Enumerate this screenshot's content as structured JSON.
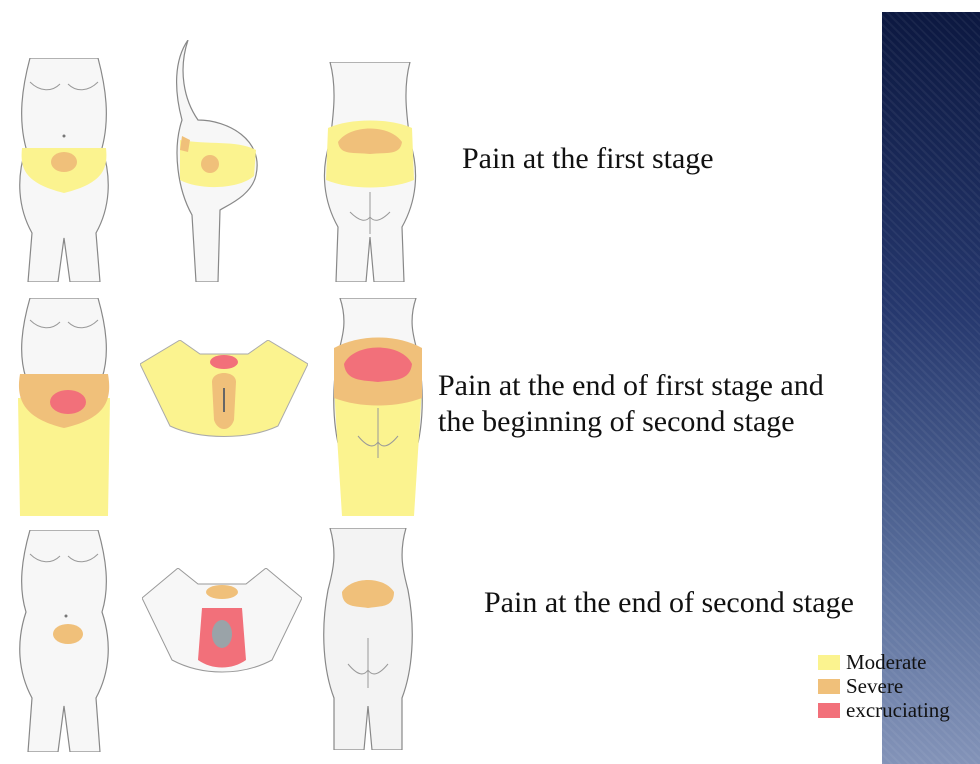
{
  "colors": {
    "moderate": "#fbf38f",
    "severe": "#f0c07a",
    "excruciating": "#f2707a",
    "band_top": "#0c1840",
    "band_bottom": "#8393b8"
  },
  "stages": [
    {
      "label": "Pain at the first stage"
    },
    {
      "label": "Pain at the end of first stage and\nthe beginning of second stage"
    },
    {
      "label": "Pain at the end of second stage"
    }
  ],
  "legend": [
    {
      "label": "Moderate",
      "color": "#fbf38f"
    },
    {
      "label": "Severe",
      "color": "#f0c07a"
    },
    {
      "label": "excruciating",
      "color": "#f2707a"
    }
  ]
}
